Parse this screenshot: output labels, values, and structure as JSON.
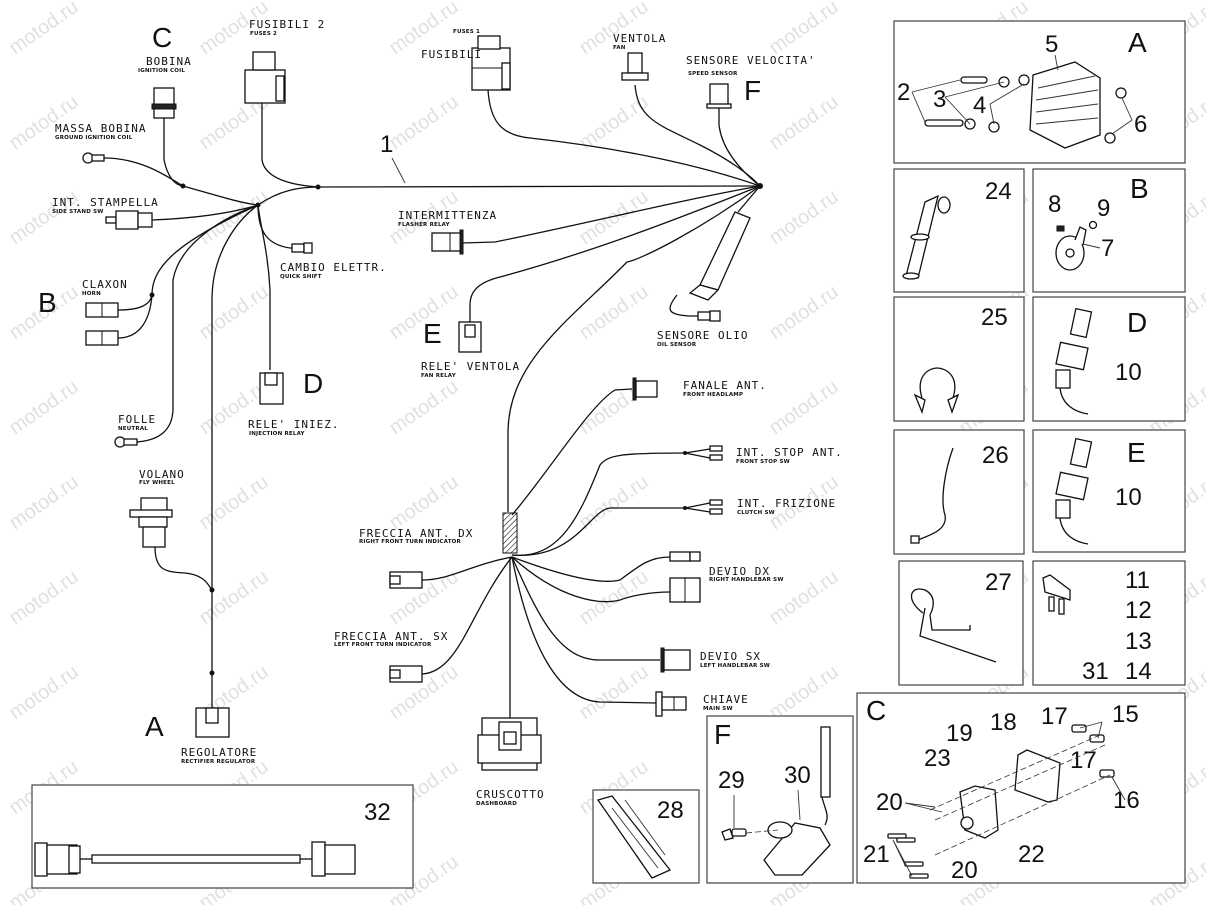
{
  "watermark": "motod.ru",
  "harness": {
    "number": "1",
    "components": [
      {
        "id": "bobina",
        "label": "BOBINA",
        "sub": "IGNITION COIL",
        "ref": "C"
      },
      {
        "id": "fusibili2",
        "label": "FUSIBILI 2",
        "sub": "FUSES 2"
      },
      {
        "id": "fusibili1",
        "label": "FUSIBILI",
        "sub": "FUSES 1"
      },
      {
        "id": "ventola",
        "label": "VENTOLA",
        "sub": "FAN"
      },
      {
        "id": "sensore-velocita",
        "label": "SENSORE VELOCITA'",
        "sub": "SPEED SENSOR",
        "ref": "F"
      },
      {
        "id": "massa-bobina",
        "label": "MASSA BOBINA",
        "sub": "GROUND IGNITION COIL"
      },
      {
        "id": "int-stampella",
        "label": "INT. STAMPELLA",
        "sub": "SIDE STAND SW"
      },
      {
        "id": "intermittenza",
        "label": "INTERMITTENZA",
        "sub": "FLASHER RELAY"
      },
      {
        "id": "cambio-elettr",
        "label": "CAMBIO ELETTR.",
        "sub": "QUICK SHIFT"
      },
      {
        "id": "claxon",
        "label": "CLAXON",
        "sub": "HORN",
        "ref": "B"
      },
      {
        "id": "rele-ventola",
        "label": "RELE' VENTOLA",
        "sub": "FAN RELAY",
        "ref": "E"
      },
      {
        "id": "sensore-olio",
        "label": "SENSORE OLIO",
        "sub": "OIL SENSOR"
      },
      {
        "id": "rele-iniez",
        "label": "RELE' INIEZ.",
        "sub": "INJECTION RELAY",
        "ref": "D"
      },
      {
        "id": "folle",
        "label": "FOLLE",
        "sub": "NEUTRAL"
      },
      {
        "id": "fanale-ant",
        "label": "FANALE ANT.",
        "sub": "FRONT HEADLAMP"
      },
      {
        "id": "int-stop-ant",
        "label": "INT. STOP ANT.",
        "sub": "FRONT STOP SW"
      },
      {
        "id": "volano",
        "label": "VOLANO",
        "sub": "FLY WHEEL"
      },
      {
        "id": "int-frizione",
        "label": "INT. FRIZIONE",
        "sub": "CLUTCH SW"
      },
      {
        "id": "freccia-ant-dx",
        "label": "FRECCIA ANT. DX",
        "sub": "RIGHT FRONT TURN INDICATOR"
      },
      {
        "id": "devio-dx",
        "label": "DEVIO DX",
        "sub": "RIGHT HANDLEBAR SW"
      },
      {
        "id": "freccia-ant-sx",
        "label": "FRECCIA ANT. SX",
        "sub": "LEFT FRONT TURN INDICATOR"
      },
      {
        "id": "devio-sx",
        "label": "DEVIO SX",
        "sub": "LEFT HANDLEBAR SW"
      },
      {
        "id": "chiave",
        "label": "CHIAVE",
        "sub": "MAIN SW"
      },
      {
        "id": "regolatore",
        "label": "REGOLATORE",
        "sub": "RECTIFIER REGULATOR",
        "ref": "A"
      },
      {
        "id": "cruscotto",
        "label": "CRUSCOTTO",
        "sub": "DASHBOARD"
      }
    ]
  },
  "detail_boxes": [
    {
      "id": "A",
      "letter": "A",
      "numbers": [
        "5",
        "2",
        "3",
        "4",
        "6"
      ]
    },
    {
      "id": "24",
      "numbers": [
        "24"
      ]
    },
    {
      "id": "B",
      "letter": "B",
      "numbers": [
        "8",
        "9",
        "7"
      ]
    },
    {
      "id": "25",
      "numbers": [
        "25"
      ]
    },
    {
      "id": "D",
      "letter": "D",
      "numbers": [
        "10"
      ]
    },
    {
      "id": "26",
      "numbers": [
        "26"
      ]
    },
    {
      "id": "E",
      "letter": "E",
      "numbers": [
        "10"
      ]
    },
    {
      "id": "27",
      "numbers": [
        "27"
      ]
    },
    {
      "id": "fuses",
      "numbers": [
        "11",
        "12",
        "13",
        "31",
        "14"
      ]
    },
    {
      "id": "C",
      "letter": "C",
      "numbers": [
        "19",
        "18",
        "17",
        "15",
        "23",
        "17",
        "20",
        "16",
        "21",
        "22",
        "20"
      ]
    },
    {
      "id": "F",
      "letter": "F",
      "numbers": [
        "29",
        "30"
      ]
    },
    {
      "id": "28",
      "numbers": [
        "28"
      ]
    },
    {
      "id": "32",
      "numbers": [
        "32"
      ]
    }
  ]
}
